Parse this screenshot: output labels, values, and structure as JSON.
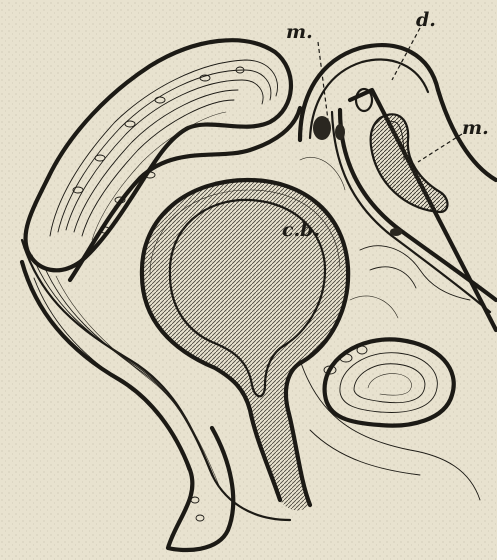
{
  "labels": {
    "m_top": "m.",
    "d": "d.",
    "m_right": "m.",
    "cb": "c.b."
  },
  "colors": {
    "paper": "#e8e2cf",
    "ink": "#1c1a15",
    "stipple": "#8b8575"
  }
}
